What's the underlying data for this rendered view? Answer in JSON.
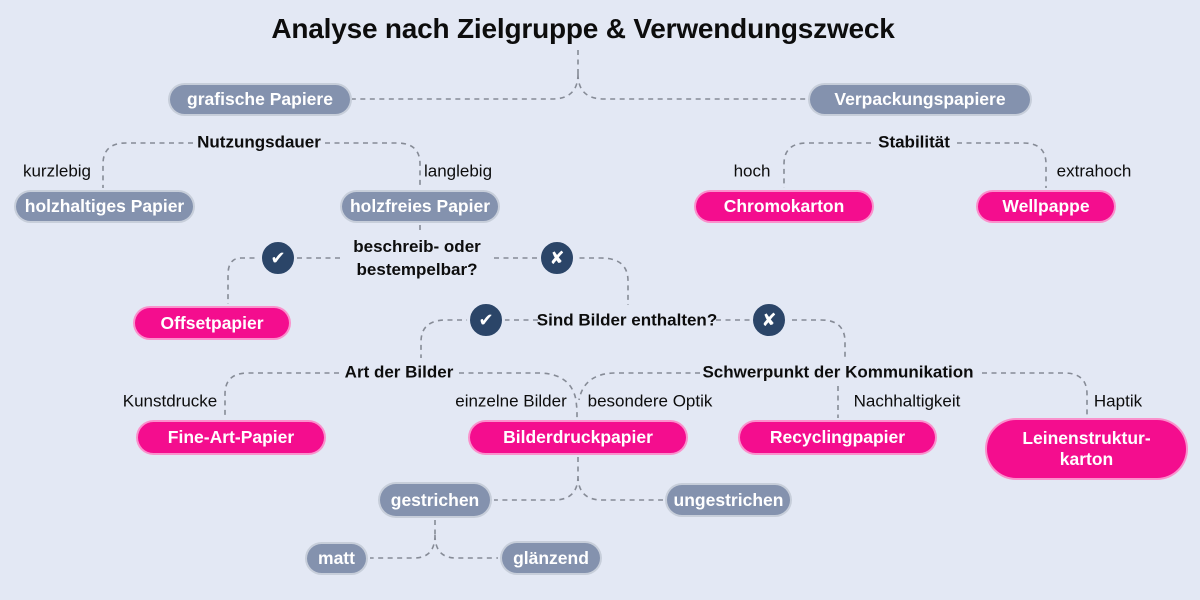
{
  "title": "Analyse nach Zielgruppe & Verwendungszweck",
  "colors": {
    "background": "#e3e8f4",
    "gray_pill": "#8492ae",
    "pink_pill": "#f40d8e",
    "icon_circle": "#2b4568",
    "connector": "#868b96",
    "text": "#0d0d0d",
    "pill_text": "#ffffff"
  },
  "icons": {
    "check": "✔",
    "cross": "✘"
  },
  "tree": {
    "grafische_papiere": "grafische Papiere",
    "verpackungspapiere": "Verpackungspapiere",
    "nutzungsdauer": "Nutzungsdauer",
    "kurzlebig": "kurzlebig",
    "langlebig": "langlebig",
    "holzhaltiges_papier": "holzhaltiges Papier",
    "holzfreies_papier": "holzfreies Papier",
    "stabilitaet": "Stabilität",
    "hoch": "hoch",
    "extrahoch": "extrahoch",
    "chromokarton": "Chromokarton",
    "wellpappe": "Wellpappe",
    "frage_beschreibbar": "beschreib- oder\nbestempelbar?",
    "offsetpapier": "Offsetpapier",
    "frage_bilder": "Sind Bilder enthalten?",
    "art_der_bilder": "Art der Bilder",
    "kunstdrucke": "Kunstdrucke",
    "einzelne_bilder": "einzelne Bilder",
    "fine_art_papier": "Fine-Art-Papier",
    "bilderdruckpapier": "Bilderdruckpapier",
    "schwerpunkt_kommunikation": "Schwerpunkt der Kommunikation",
    "besondere_optik": "besondere Optik",
    "nachhaltigkeit": "Nachhaltigkeit",
    "recyclingpapier": "Recyclingpapier",
    "haptik": "Haptik",
    "leinenstrukturkarton": "Leinenstruktur-\nkarton",
    "gestrichen": "gestrichen",
    "ungestrichen": "ungestrichen",
    "matt": "matt",
    "glaenzend": "glänzend"
  }
}
